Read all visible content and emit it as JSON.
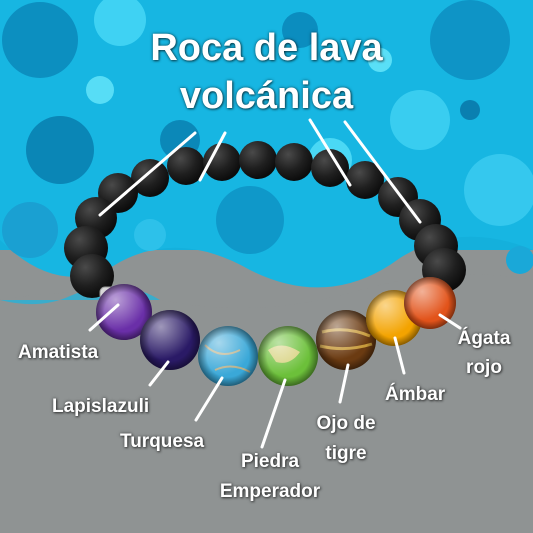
{
  "title": {
    "line1": "Roca de lava",
    "line2": "volcánica"
  },
  "stones": [
    {
      "line1": "Amatista",
      "color": "#6a2fa8"
    },
    {
      "line1": "Lapislazuli",
      "color": "#2a1a66"
    },
    {
      "line1": "Turquesa",
      "color": "#3aa8d8"
    },
    {
      "line1": "Piedra",
      "line2": "Emperador",
      "color": "#6cc03a"
    },
    {
      "line1": "Ojo de",
      "line2": "tigre",
      "color": "#6b3b12"
    },
    {
      "line1": "Ámbar",
      "color": "#f3a300"
    },
    {
      "line1": "Ágata",
      "line2": "rojo",
      "color": "#e2531a"
    }
  ],
  "colors": {
    "lava": "#1d1d1d",
    "splash": "#15b3df",
    "gray": "#8f9393",
    "spacer": "#d8d8d8"
  }
}
